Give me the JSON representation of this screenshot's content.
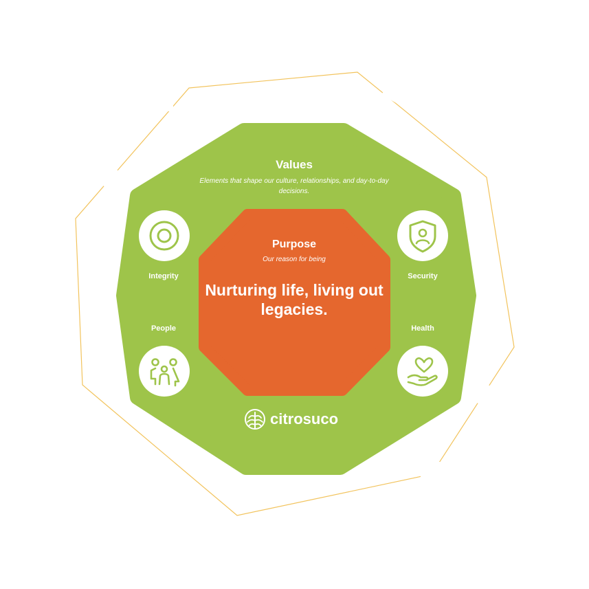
{
  "values": {
    "title": "Values",
    "subtitle": "Elements that shape our culture, relationships, and day-to-day decisions."
  },
  "purpose": {
    "title": "Purpose",
    "subtitle": "Our reason for being",
    "statement": "Nurturing life, living out legacies."
  },
  "value_items": {
    "integrity": {
      "label": "Integrity",
      "icon": "target-icon"
    },
    "security": {
      "label": "Security",
      "icon": "shield-person-icon"
    },
    "people": {
      "label": "People",
      "icon": "family-icon"
    },
    "health": {
      "label": "Health",
      "icon": "hand-heart-icon"
    }
  },
  "brand": {
    "name": "citrosuco",
    "icon": "leaf-logo-icon"
  },
  "colors": {
    "green": "#9ec44a",
    "orange": "#e5672e",
    "outline": "#f2c35c",
    "white": "#ffffff"
  }
}
